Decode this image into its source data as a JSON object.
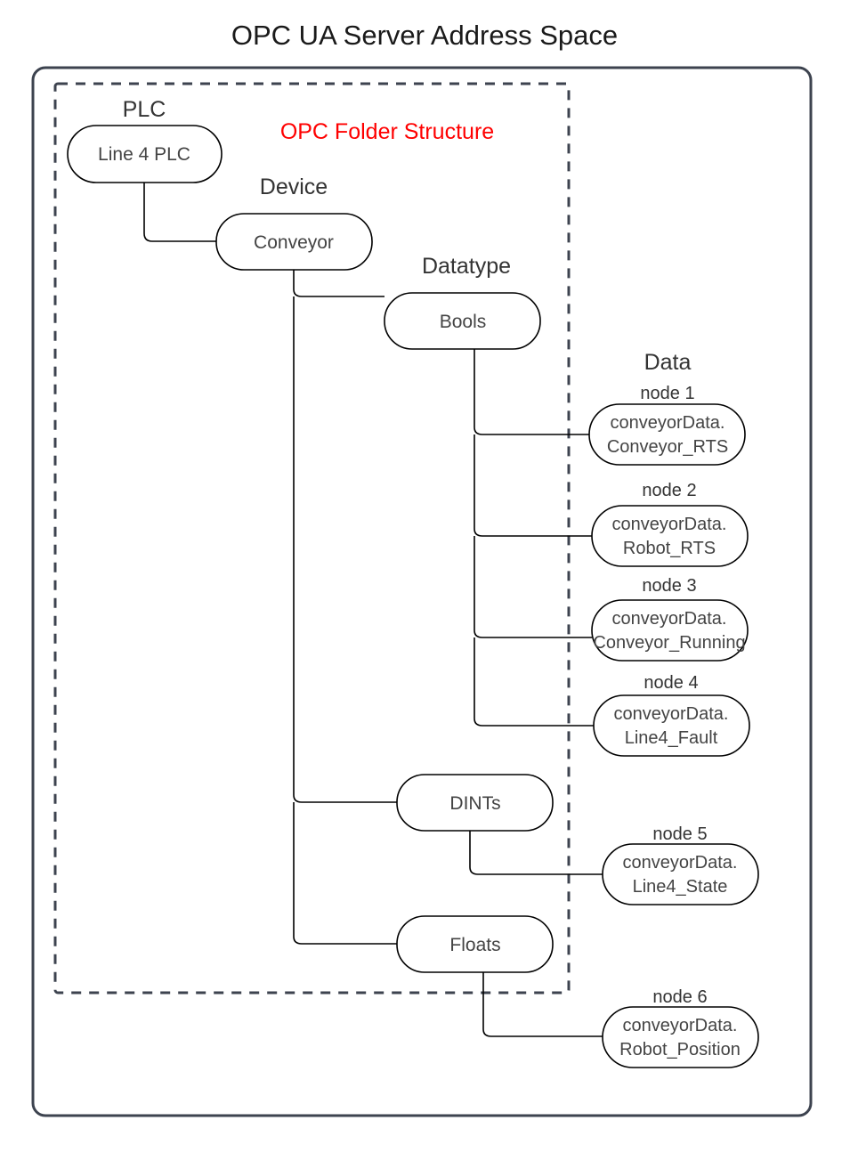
{
  "title": "OPC UA Server Address Space",
  "inner_frame_label": "OPC Folder Structure",
  "colors": {
    "frame": "#3d434f",
    "node_stroke": "#000000",
    "inner_label": "#ff0000",
    "text": "#333333"
  },
  "chart_data": {
    "type": "diagram",
    "title": "OPC UA Server Address Space",
    "description": "Hierarchical OPC UA folder/node tree for a Line 4 PLC conveyor device",
    "columns": [
      {
        "key": "plc",
        "label": "PLC"
      },
      {
        "key": "device",
        "label": "Device"
      },
      {
        "key": "datatype",
        "label": "Datatype"
      },
      {
        "key": "data",
        "label": "Data"
      }
    ],
    "nodes": [
      {
        "id": "plc",
        "label": "Line 4 PLC",
        "column": "plc",
        "parent": null
      },
      {
        "id": "conveyor",
        "label": "Conveyor",
        "column": "device",
        "parent": "plc"
      },
      {
        "id": "bools",
        "label": "Bools",
        "column": "datatype",
        "parent": "conveyor"
      },
      {
        "id": "dints",
        "label": "DINTs",
        "column": "datatype",
        "parent": "conveyor"
      },
      {
        "id": "floats",
        "label": "Floats",
        "column": "datatype",
        "parent": "conveyor"
      },
      {
        "id": "node1",
        "caption": "node 1",
        "label_line1": "conveyorData.",
        "label_line2": "Conveyor_RTS",
        "column": "data",
        "parent": "bools"
      },
      {
        "id": "node2",
        "caption": "node 2",
        "label_line1": "conveyorData.",
        "label_line2": "Robot_RTS",
        "column": "data",
        "parent": "bools"
      },
      {
        "id": "node3",
        "caption": "node 3",
        "label_line1": "conveyorData.",
        "label_line2": "Conveyor_Running",
        "column": "data",
        "parent": "bools"
      },
      {
        "id": "node4",
        "caption": "node 4",
        "label_line1": "conveyorData.",
        "label_line2": "Line4_Fault",
        "column": "data",
        "parent": "bools"
      },
      {
        "id": "node5",
        "caption": "node 5",
        "label_line1": "conveyorData.",
        "label_line2": "Line4_State",
        "column": "data",
        "parent": "dints"
      },
      {
        "id": "node6",
        "caption": "node 6",
        "label_line1": "conveyorData.",
        "label_line2": "Robot_Position",
        "column": "data",
        "parent": "floats"
      }
    ]
  },
  "labels": {
    "plc": "PLC",
    "device": "Device",
    "datatype": "Datatype",
    "data": "Data",
    "node1_caption": "node 1",
    "node2_caption": "node 2",
    "node3_caption": "node 3",
    "node4_caption": "node 4",
    "node5_caption": "node 5",
    "node6_caption": "node 6"
  },
  "nodes": {
    "plc": "Line 4 PLC",
    "conveyor": "Conveyor",
    "bools": "Bools",
    "dints": "DINTs",
    "floats": "Floats",
    "node1_l1": "conveyorData.",
    "node1_l2": "Conveyor_RTS",
    "node2_l1": "conveyorData.",
    "node2_l2": "Robot_RTS",
    "node3_l1": "conveyorData.",
    "node3_l2": "Conveyor_Running",
    "node4_l1": "conveyorData.",
    "node4_l2": "Line4_Fault",
    "node5_l1": "conveyorData.",
    "node5_l2": "Line4_State",
    "node6_l1": "conveyorData.",
    "node6_l2": "Robot_Position"
  }
}
